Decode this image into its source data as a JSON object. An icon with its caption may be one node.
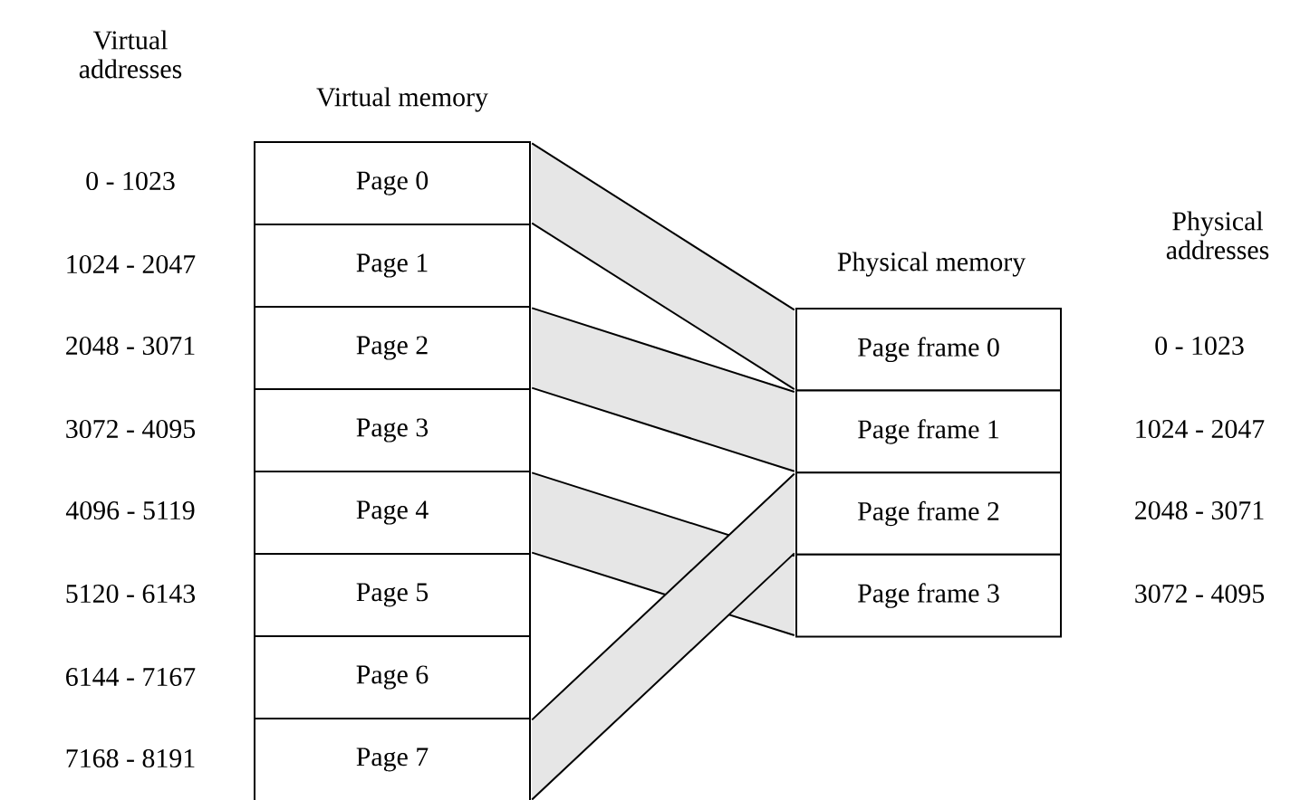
{
  "diagram": {
    "nodes": [
      {
        "text": [
          "Page 0"
        ]
      },
      {
        "text": [
          "Page 1"
        ]
      },
      {
        "text": [
          "Page 2"
        ]
      },
      {
        "text": [
          "Page 3"
        ]
      },
      {
        "text": [
          "Page 4"
        ]
      },
      {
        "text": [
          "Page 5"
        ]
      },
      {
        "text": [
          "Page 6"
        ]
      },
      {
        "text": [
          "Page 7"
        ]
      },
      {
        "text": [
          "Page frame 0"
        ]
      },
      {
        "text": [
          "Page frame 1"
        ]
      },
      {
        "text": [
          "Page frame 2"
        ]
      },
      {
        "text": [
          "Page frame 3"
        ]
      }
    ],
    "edges": [
      {
        "from": 0,
        "to": 8,
        "arrow": "none"
      },
      {
        "from": 2,
        "to": 9,
        "arrow": "none"
      },
      {
        "from": 4,
        "to": 11,
        "arrow": "none"
      },
      {
        "from": 7,
        "to": 10,
        "arrow": "none"
      }
    ],
    "labels": [
      "Virtual addresses",
      "Virtual memory",
      "0 - 1023",
      "Physical addresses",
      "1024 - 2047",
      "Physical memory",
      "2048 - 3071",
      "0 - 1023",
      "3072 - 4095",
      "1024 - 2047",
      "4096 - 5119",
      "2048 - 3071",
      "5120 - 6143",
      "3072 - 4095",
      "6144 - 7167",
      "7168 - 8191"
    ]
  }
}
